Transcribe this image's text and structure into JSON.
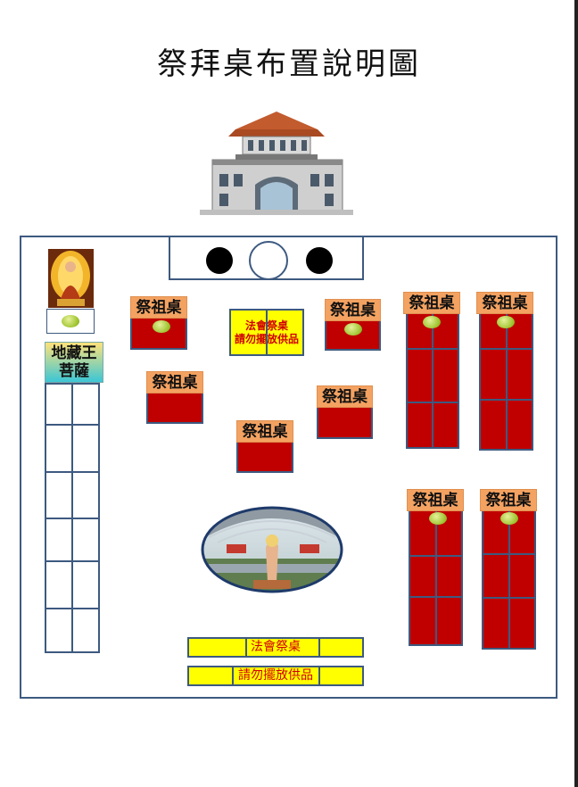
{
  "title": "祭拜桌布置說明圖",
  "labels": {
    "ancestor_table": "祭祖桌",
    "ksitigarbha_line1": "地藏王",
    "ksitigarbha_line2": "菩薩",
    "dharma_table": "法會祭桌",
    "no_offerings": "請勿擺放供品"
  },
  "colors": {
    "table_red": "#c00000",
    "label_orange": "#f4a261",
    "notice_yellow": "#ffff00",
    "notice_text": "#d00000",
    "outline_blue": "#3d5a80"
  },
  "icons": [
    "temple-building-icon",
    "ksitigarbha-image-icon",
    "offering-olive-icon",
    "stage-photo-icon"
  ]
}
